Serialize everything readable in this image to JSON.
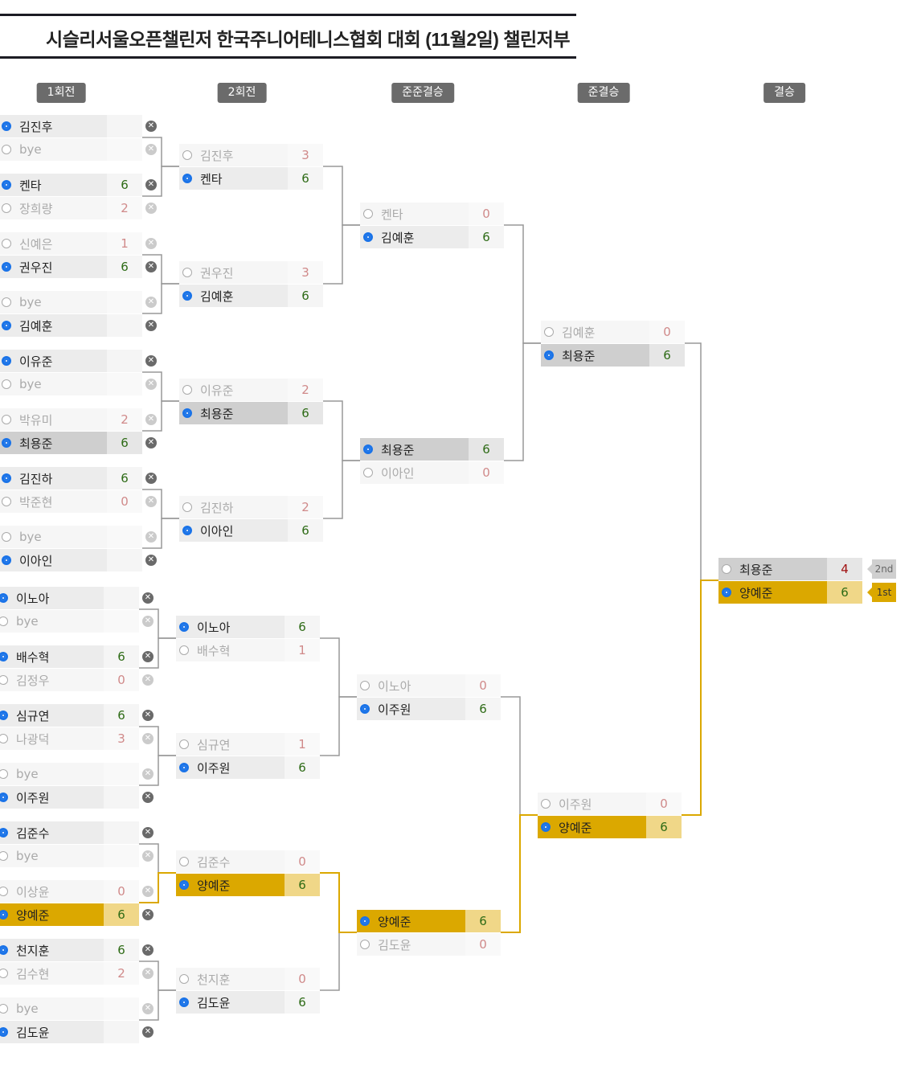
{
  "title": "시슬리서울오픈챌린저 한국주니어테니스협회 대회 (11월2일) 챌린저부",
  "round_labels": [
    "1회전",
    "2회전",
    "준준결승",
    "준결승",
    "결승"
  ],
  "colors": {
    "champion": "#dba800",
    "runner_up": "#cfcfcf",
    "line": "#999999",
    "radio": "#1a73e8"
  },
  "rounds": [
    {
      "matches": [
        {
          "players": [
            {
              "name": "김진후",
              "score": "",
              "win": true
            },
            {
              "name": "bye",
              "score": "",
              "win": false
            }
          ]
        },
        {
          "players": [
            {
              "name": "켄타",
              "score": "6",
              "win": true
            },
            {
              "name": "장희량",
              "score": "2",
              "win": false
            }
          ]
        },
        {
          "players": [
            {
              "name": "신예은",
              "score": "1",
              "win": false
            },
            {
              "name": "권우진",
              "score": "6",
              "win": true
            }
          ]
        },
        {
          "players": [
            {
              "name": "bye",
              "score": "",
              "win": false
            },
            {
              "name": "김예훈",
              "score": "",
              "win": true
            }
          ]
        },
        {
          "players": [
            {
              "name": "이유준",
              "score": "",
              "win": true
            },
            {
              "name": "bye",
              "score": "",
              "win": false
            }
          ]
        },
        {
          "players": [
            {
              "name": "박유미",
              "score": "2",
              "win": false
            },
            {
              "name": "최용준",
              "score": "6",
              "win": true
            }
          ]
        },
        {
          "players": [
            {
              "name": "김진하",
              "score": "6",
              "win": true
            },
            {
              "name": "박준현",
              "score": "0",
              "win": false
            }
          ]
        },
        {
          "players": [
            {
              "name": "bye",
              "score": "",
              "win": false
            },
            {
              "name": "이아인",
              "score": "",
              "win": true
            }
          ]
        },
        {
          "players": [
            {
              "name": "이노아",
              "score": "",
              "win": true
            },
            {
              "name": "bye",
              "score": "",
              "win": false
            }
          ]
        },
        {
          "players": [
            {
              "name": "배수혁",
              "score": "6",
              "win": true
            },
            {
              "name": "김정우",
              "score": "0",
              "win": false
            }
          ]
        },
        {
          "players": [
            {
              "name": "심규연",
              "score": "6",
              "win": true
            },
            {
              "name": "나광덕",
              "score": "3",
              "win": false
            }
          ]
        },
        {
          "players": [
            {
              "name": "bye",
              "score": "",
              "win": false
            },
            {
              "name": "이주원",
              "score": "",
              "win": true
            }
          ]
        },
        {
          "players": [
            {
              "name": "김준수",
              "score": "",
              "win": true
            },
            {
              "name": "bye",
              "score": "",
              "win": false
            }
          ]
        },
        {
          "players": [
            {
              "name": "이상윤",
              "score": "0",
              "win": false
            },
            {
              "name": "양예준",
              "score": "6",
              "win": true
            }
          ]
        },
        {
          "players": [
            {
              "name": "천지훈",
              "score": "6",
              "win": true
            },
            {
              "name": "김수현",
              "score": "2",
              "win": false
            }
          ]
        },
        {
          "players": [
            {
              "name": "bye",
              "score": "",
              "win": false
            },
            {
              "name": "김도윤",
              "score": "",
              "win": true
            }
          ]
        }
      ]
    },
    {
      "matches": [
        {
          "players": [
            {
              "name": "김진후",
              "score": "3",
              "win": false
            },
            {
              "name": "켄타",
              "score": "6",
              "win": true
            }
          ]
        },
        {
          "players": [
            {
              "name": "권우진",
              "score": "3",
              "win": false
            },
            {
              "name": "김예훈",
              "score": "6",
              "win": true
            }
          ]
        },
        {
          "players": [
            {
              "name": "이유준",
              "score": "2",
              "win": false
            },
            {
              "name": "최용준",
              "score": "6",
              "win": true
            }
          ]
        },
        {
          "players": [
            {
              "name": "김진하",
              "score": "2",
              "win": false
            },
            {
              "name": "이아인",
              "score": "6",
              "win": true
            }
          ]
        },
        {
          "players": [
            {
              "name": "이노아",
              "score": "6",
              "win": true
            },
            {
              "name": "배수혁",
              "score": "1",
              "win": false
            }
          ]
        },
        {
          "players": [
            {
              "name": "심규연",
              "score": "1",
              "win": false
            },
            {
              "name": "이주원",
              "score": "6",
              "win": true
            }
          ]
        },
        {
          "players": [
            {
              "name": "김준수",
              "score": "0",
              "win": false
            },
            {
              "name": "양예준",
              "score": "6",
              "win": true
            }
          ]
        },
        {
          "players": [
            {
              "name": "천지훈",
              "score": "0",
              "win": false
            },
            {
              "name": "김도윤",
              "score": "6",
              "win": true
            }
          ]
        }
      ]
    },
    {
      "matches": [
        {
          "players": [
            {
              "name": "켄타",
              "score": "0",
              "win": false
            },
            {
              "name": "김예훈",
              "score": "6",
              "win": true
            }
          ]
        },
        {
          "players": [
            {
              "name": "최용준",
              "score": "6",
              "win": true
            },
            {
              "name": "이아인",
              "score": "0",
              "win": false
            }
          ]
        },
        {
          "players": [
            {
              "name": "이노아",
              "score": "0",
              "win": false
            },
            {
              "name": "이주원",
              "score": "6",
              "win": true
            }
          ]
        },
        {
          "players": [
            {
              "name": "양예준",
              "score": "6",
              "win": true
            },
            {
              "name": "김도윤",
              "score": "0",
              "win": false
            }
          ]
        }
      ]
    },
    {
      "matches": [
        {
          "players": [
            {
              "name": "김예훈",
              "score": "0",
              "win": false
            },
            {
              "name": "최용준",
              "score": "6",
              "win": true
            }
          ]
        },
        {
          "players": [
            {
              "name": "이주원",
              "score": "0",
              "win": false
            },
            {
              "name": "양예준",
              "score": "6",
              "win": true
            }
          ]
        }
      ]
    },
    {
      "matches": [
        {
          "players": [
            {
              "name": "최용준",
              "score": "4",
              "win": false
            },
            {
              "name": "양예준",
              "score": "6",
              "win": true
            }
          ]
        }
      ]
    }
  ],
  "final_badges": [
    "2nd",
    "1st"
  ]
}
